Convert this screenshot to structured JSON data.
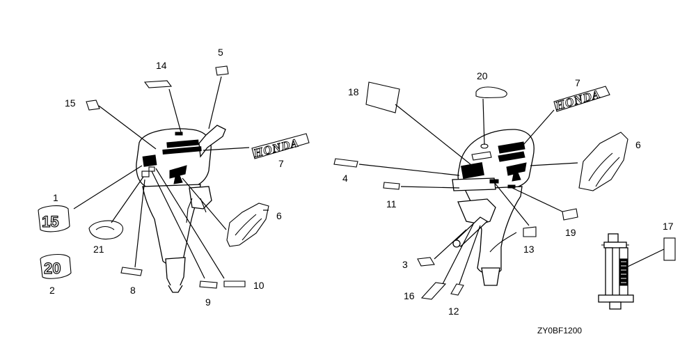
{
  "diagram": {
    "code": "ZY0BF1200",
    "left_labels": [
      "1",
      "2",
      "5",
      "6",
      "7",
      "8",
      "9",
      "10",
      "14",
      "15",
      "21"
    ],
    "right_labels": [
      "3",
      "4",
      "6",
      "7",
      "11",
      "12",
      "13",
      "16",
      "17",
      "18",
      "19",
      "20"
    ],
    "logo_text": "HONDA",
    "badge_15": "15",
    "badge_20": "20"
  }
}
